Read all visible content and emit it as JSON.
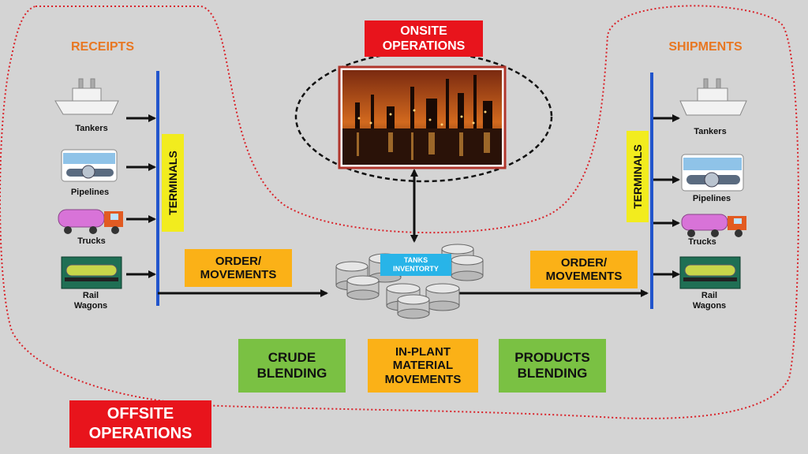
{
  "receipts": {
    "title": "RECEIPTS",
    "items": [
      "Tankers",
      "Pipelines",
      "Trucks",
      "Rail Wagons"
    ]
  },
  "shipments": {
    "title": "SHIPMENTS",
    "items": [
      "Tankers",
      "Pipelines",
      "Trucks",
      "Rail Wagons"
    ]
  },
  "terminals_label": "TERMINALS",
  "onsite": {
    "label": "ONSITE OPERATIONS"
  },
  "offsite": {
    "label": "OFFSITE OPERATIONS"
  },
  "order_movements_label": "ORDER/ MOVEMENTS",
  "tanks_inventory_label": "TANKS INVENTORTY",
  "bottom_boxes": {
    "crude_blending": "CRUDE BLENDING",
    "inplant_material_movements": "IN-PLANT MATERIAL MOVEMENTS",
    "products_blending": "PRODUCTS BLENDING"
  },
  "colors": {
    "background": "#d4d4d4",
    "red": "#e8141c",
    "orange": "#fbb117",
    "green": "#7ac143",
    "yellow": "#f2ec1e",
    "terminal_line": "#2255cc",
    "header_orange": "#e87722"
  }
}
